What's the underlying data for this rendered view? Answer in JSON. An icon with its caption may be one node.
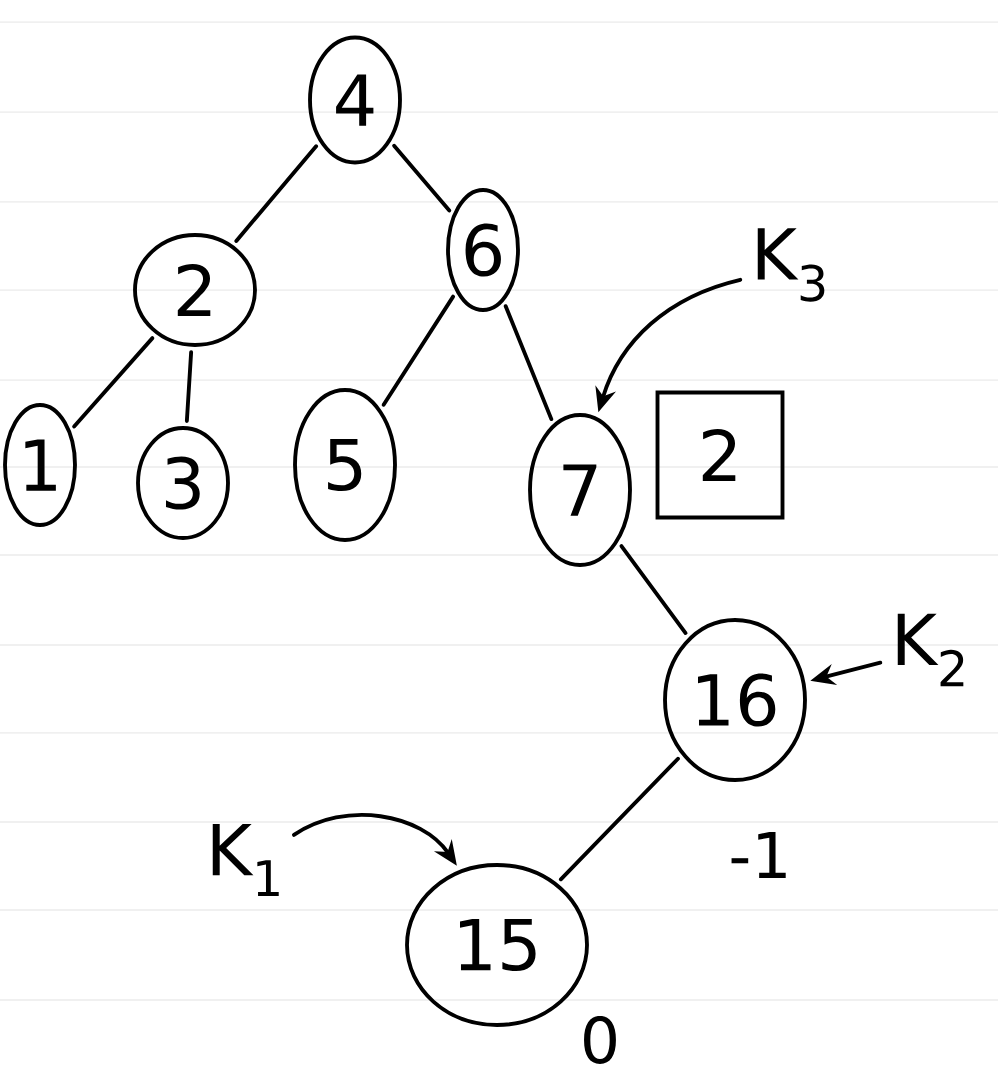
{
  "diagram": {
    "nodes": [
      {
        "text": [
          "4"
        ]
      },
      {
        "text": [
          "2"
        ]
      },
      {
        "text": [
          "6"
        ]
      },
      {
        "text": [
          "1"
        ]
      },
      {
        "text": [
          "3"
        ]
      },
      {
        "text": [
          "5"
        ]
      },
      {
        "text": [
          "7"
        ]
      },
      {
        "text": [
          "16"
        ]
      },
      {
        "text": [
          "15"
        ]
      },
      {
        "text": [
          "2"
        ]
      },
      {
        "text": [
          "K$_{3}$"
        ]
      },
      {
        "text": [
          "K$_{2}$"
        ]
      },
      {
        "text": [
          "K$_{1}$"
        ]
      }
    ],
    "edges": [
      {
        "from": 0,
        "to": 1,
        "arrow": "none"
      },
      {
        "from": 0,
        "to": 2,
        "arrow": "none"
      },
      {
        "from": 1,
        "to": 3,
        "arrow": "none"
      },
      {
        "from": 1,
        "to": 4,
        "arrow": "none"
      },
      {
        "from": 2,
        "to": 5,
        "arrow": "none"
      },
      {
        "from": 2,
        "to": 6,
        "arrow": "none"
      },
      {
        "from": 6,
        "to": 7,
        "arrow": "none"
      },
      {
        "from": 7,
        "to": 8,
        "arrow": "none"
      },
      {
        "from": 10,
        "to": 6,
        "arrow": "to"
      },
      {
        "from": 11,
        "to": 7,
        "arrow": "to"
      },
      {
        "from": 12,
        "to": 8,
        "arrow": "to"
      }
    ],
    "labels": [
      "-1",
      "0"
    ]
  }
}
